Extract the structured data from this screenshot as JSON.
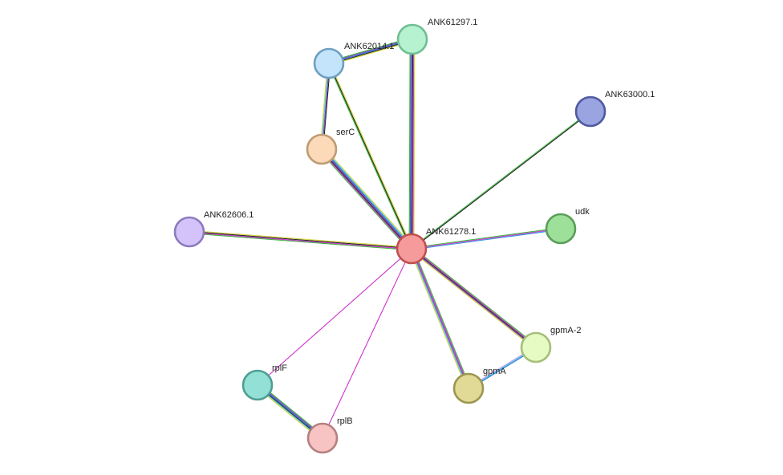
{
  "network": {
    "nodes": [
      {
        "id": "ANK61278.1",
        "label": "ANK61278.1",
        "fill": "#f59b9b",
        "stroke": "#c0504d"
      },
      {
        "id": "ANK61297.1",
        "label": "ANK61297.1",
        "fill": "#b7f2d0",
        "stroke": "#6fbf93"
      },
      {
        "id": "ANK62014.1",
        "label": "ANK62014.1",
        "fill": "#c3e4fb",
        "stroke": "#6e9fbf"
      },
      {
        "id": "serC",
        "label": "serC",
        "fill": "#fcd9b8",
        "stroke": "#bf9b73"
      },
      {
        "id": "ANK63000.1",
        "label": "ANK63000.1",
        "fill": "#9aa4e0",
        "stroke": "#4f5aa0"
      },
      {
        "id": "ANK62606.1",
        "label": "ANK62606.1",
        "fill": "#d4c3fa",
        "stroke": "#8d7bbf"
      },
      {
        "id": "udk",
        "label": "udk",
        "fill": "#9de09a",
        "stroke": "#5b9e58"
      },
      {
        "id": "gpmA-2",
        "label": "gpmA-2",
        "fill": "#e6fbc3",
        "stroke": "#a5bf7a"
      },
      {
        "id": "gpmA",
        "label": "gpmA",
        "fill": "#e0da96",
        "stroke": "#9c9650"
      },
      {
        "id": "rplF",
        "label": "rplF",
        "fill": "#93e0d6",
        "stroke": "#4f9e94"
      },
      {
        "id": "rplB",
        "label": "rplB",
        "fill": "#f7c3c3",
        "stroke": "#b58080"
      }
    ],
    "edges": [
      {
        "source": "ANK61278.1",
        "target": "ANK61297.1",
        "colors": [
          "#3cb73c",
          "#7b3fc2",
          "#2b6fd6",
          "#222222",
          "#cc33cc",
          "#d4d43a"
        ]
      },
      {
        "source": "ANK61278.1",
        "target": "ANK62014.1",
        "colors": [
          "#3cb73c",
          "#222222",
          "#d4d43a"
        ]
      },
      {
        "source": "ANK61278.1",
        "target": "serC",
        "colors": [
          "#3cb73c",
          "#cc33cc",
          "#222222",
          "#7b3fc2",
          "#2b6fd6",
          "#48c8e0",
          "#d4d43a"
        ]
      },
      {
        "source": "ANK61278.1",
        "target": "ANK63000.1",
        "colors": [
          "#3cb73c",
          "#222222"
        ]
      },
      {
        "source": "ANK61278.1",
        "target": "ANK62606.1",
        "colors": [
          "#3cb73c",
          "#cc33cc",
          "#222222",
          "#d4d43a"
        ]
      },
      {
        "source": "ANK61278.1",
        "target": "udk",
        "colors": [
          "#3cb73c",
          "#cc33cc",
          "#2b8fe0"
        ]
      },
      {
        "source": "ANK61278.1",
        "target": "gpmA-2",
        "colors": [
          "#3cb73c",
          "#cc33cc",
          "#222222",
          "#7b3fc2",
          "#d4d43a"
        ]
      },
      {
        "source": "ANK61278.1",
        "target": "gpmA",
        "colors": [
          "#3cb73c",
          "#cc33cc",
          "#7b3fc2",
          "#48c8e0",
          "#d4d43a"
        ]
      },
      {
        "source": "ANK61278.1",
        "target": "rplF",
        "colors": [
          "#cc33cc"
        ]
      },
      {
        "source": "ANK61278.1",
        "target": "rplB",
        "colors": [
          "#cc33cc"
        ]
      },
      {
        "source": "ANK62014.1",
        "target": "ANK61297.1",
        "colors": [
          "#3cb73c",
          "#7b3fc2",
          "#2b6fd6",
          "#222222",
          "#d4d43a"
        ]
      },
      {
        "source": "ANK62014.1",
        "target": "serC",
        "colors": [
          "#222222",
          "#7b3fc2",
          "#48c8e0",
          "#d4d43a"
        ]
      },
      {
        "source": "gpmA-2",
        "target": "gpmA",
        "colors": [
          "#2b6fd6",
          "#48c8e0",
          "#c9a3e8"
        ]
      },
      {
        "source": "rplF",
        "target": "rplB",
        "colors": [
          "#3cb73c",
          "#7b3fc2",
          "#2b6fd6",
          "#222222",
          "#48c8e0",
          "#d4d43a"
        ]
      }
    ]
  }
}
